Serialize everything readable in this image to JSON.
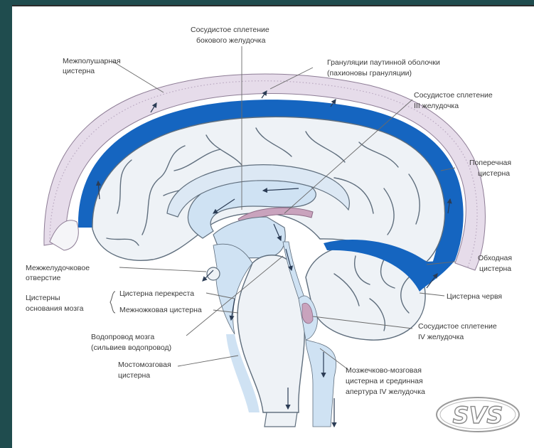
{
  "labels": {
    "choroid_lateral_1": "Сосудистое сплетение",
    "choroid_lateral_2": "бокового желудочка",
    "interhemispheric_1": "Межполушарная",
    "interhemispheric_2": "цистерна",
    "arachnoid_gran_1": "Грануляции паутинной оболочки",
    "arachnoid_gran_2": "(пахионовы грануляции)",
    "choroid_third_1": "Сосудистое сплетение",
    "choroid_third_2": "III желудочка",
    "transverse_1": "Поперечная",
    "transverse_2": "цистерна",
    "ambient_1": "Обходная",
    "ambient_2": "цистерна",
    "vermis": "Цистерна червя",
    "interventricular_1": "Межжелудочковое",
    "interventricular_2": "отверстие",
    "basal_cisterns_1": "Цистерны",
    "basal_cisterns_2": "основания мозга",
    "chiasm": "Цистерна перекреста",
    "interpeduncular": "Межножковая цистерна",
    "aqueduct_1": "Водопровод мозга",
    "aqueduct_2": "(сильвиев водопровод)",
    "choroid_fourth_1": "Сосудистое сплетение",
    "choroid_fourth_2": "IV желудочка",
    "pontine_1": "Мостомозговая",
    "pontine_2": "цистерна",
    "cerebellomed_1": "Мозжечково-мозговая",
    "cerebellomed_2": "цистерна и срединная",
    "cerebellomed_3": "апертура IV желудочка"
  },
  "watermark": "SVS",
  "colors": {
    "csf_dark": "#1565c0",
    "csf_light": "#cfe2f3",
    "brain": "#eef2f6",
    "dura": "#e4dce8",
    "plexus": "#c9a3bd",
    "outline": "#5f6e7d"
  }
}
